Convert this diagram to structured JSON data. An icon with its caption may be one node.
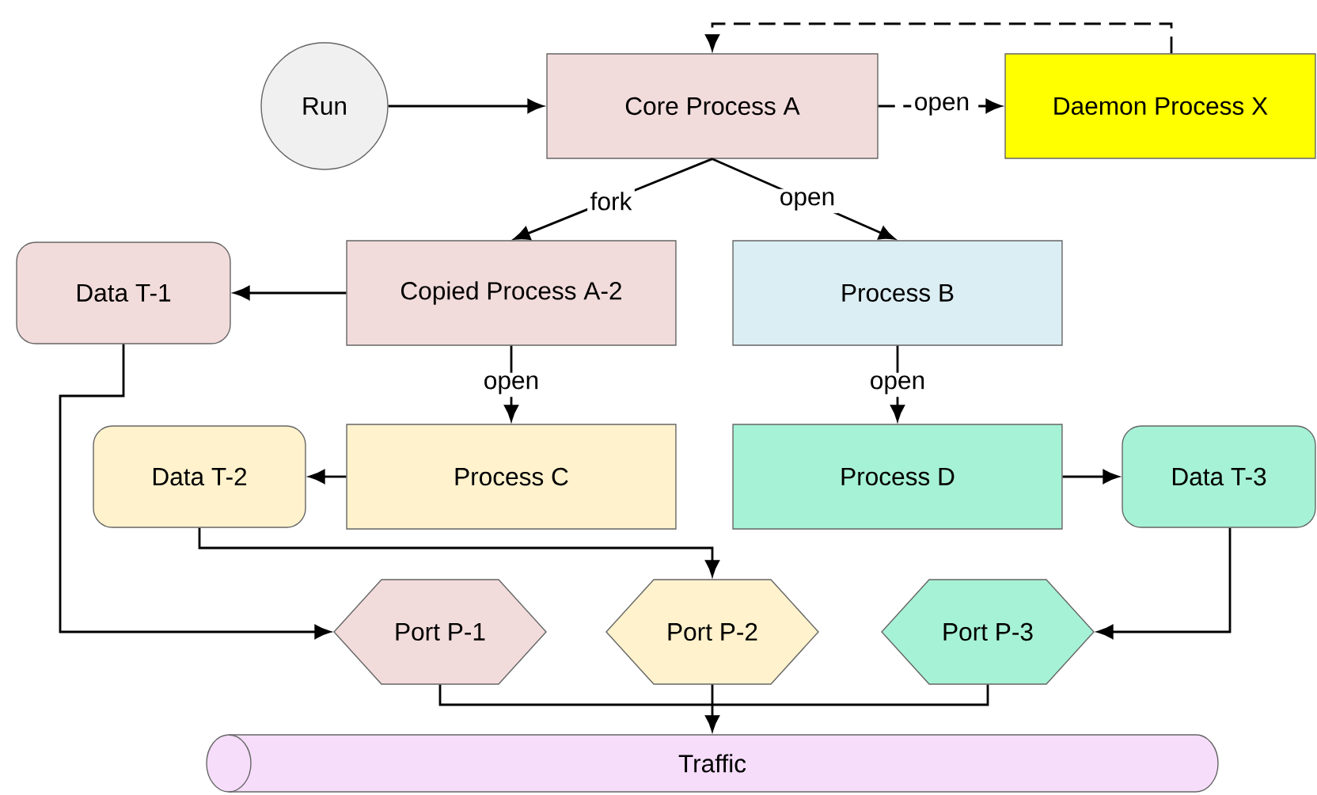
{
  "diagram": {
    "nodes": [
      {
        "text": [
          "Run"
        ]
      },
      {
        "text": [
          "Core Process A"
        ]
      },
      {
        "text": [
          "Daemon Process X"
        ]
      },
      {
        "text": [
          "Data T-1"
        ]
      },
      {
        "text": [
          "Copied Process A-2"
        ]
      },
      {
        "text": [
          "Process B"
        ]
      },
      {
        "text": [
          "Data T-2"
        ]
      },
      {
        "text": [
          "Process C"
        ]
      },
      {
        "text": [
          "Process D"
        ]
      },
      {
        "text": [
          "Data T-3"
        ]
      },
      {
        "text": [
          "Port P-1"
        ]
      },
      {
        "text": [
          "Port P-2"
        ]
      },
      {
        "text": [
          "Port P-3"
        ]
      },
      {
        "text": [
          "Traffic"
        ]
      }
    ],
    "edges": [
      {
        "from": 0,
        "to": 1,
        "arrow": "to"
      },
      {
        "from": 1,
        "to": 2,
        "arrow": "to",
        "label": "open",
        "style": "dashed"
      },
      {
        "from": 2,
        "to": 1,
        "arrow": "to",
        "style": "dashed"
      },
      {
        "from": 1,
        "to": 4,
        "arrow": "to",
        "label": "fork"
      },
      {
        "from": 1,
        "to": 5,
        "arrow": "to",
        "label": "open"
      },
      {
        "from": 4,
        "to": 3,
        "arrow": "to"
      },
      {
        "from": 4,
        "to": 7,
        "arrow": "to",
        "label": "open"
      },
      {
        "from": 5,
        "to": 8,
        "arrow": "to",
        "label": "open"
      },
      {
        "from": 7,
        "to": 6,
        "arrow": "to"
      },
      {
        "from": 8,
        "to": 9,
        "arrow": "to"
      },
      {
        "from": 3,
        "to": 10,
        "arrow": "to"
      },
      {
        "from": 6,
        "to": 11,
        "arrow": "to"
      },
      {
        "from": 9,
        "to": 12,
        "arrow": "to"
      },
      {
        "from": 10,
        "to": 13,
        "arrow": "to"
      },
      {
        "from": 11,
        "to": 13,
        "arrow": "to"
      },
      {
        "from": 12,
        "to": 13,
        "arrow": "to"
      }
    ]
  }
}
